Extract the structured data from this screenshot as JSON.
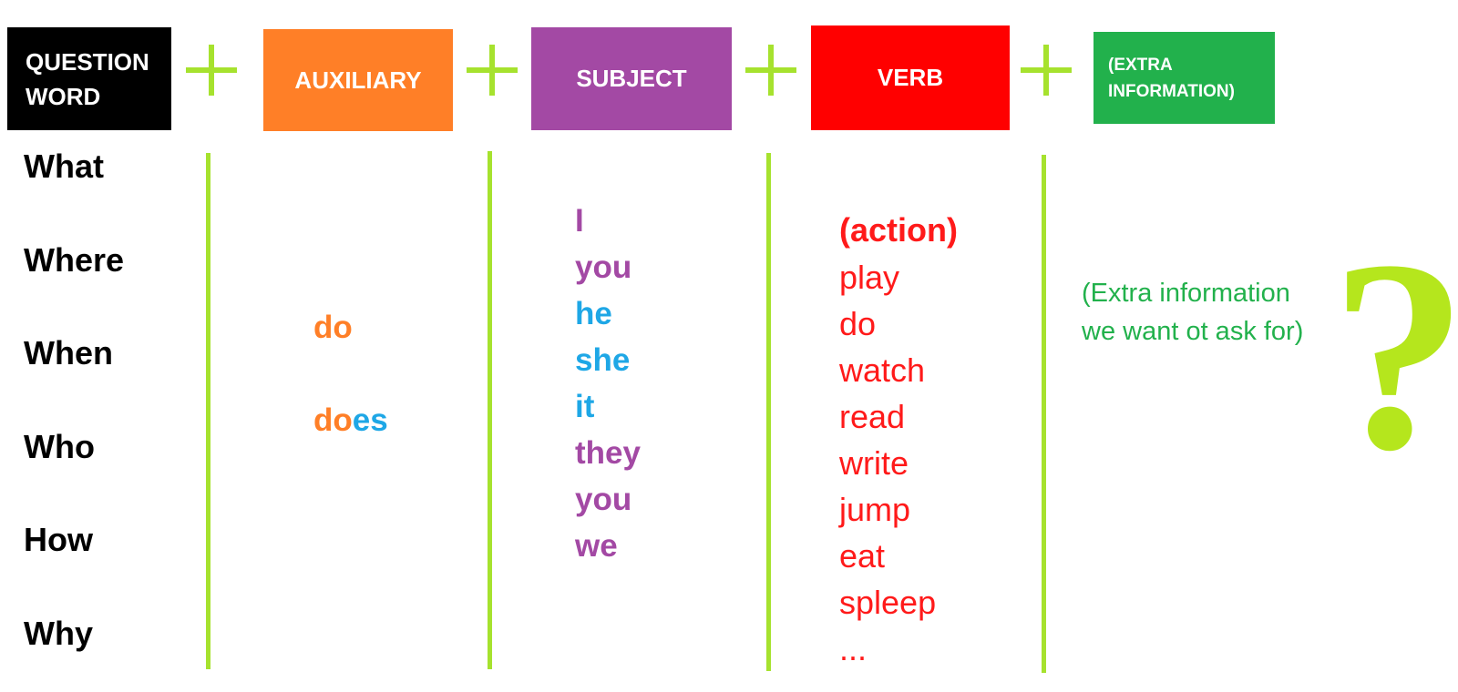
{
  "colors": {
    "question_box": "#000000",
    "auxiliary_box": "#ff7f27",
    "subject_box": "#a349a4",
    "verb_box": "#ff0000",
    "extra_box": "#22b14c",
    "plus_and_lines": "#a6e22e",
    "blue_highlight": "#1ea7e6",
    "question_mark": "#b5e61d"
  },
  "headers": {
    "question_word": [
      "QUESTION",
      "WORD"
    ],
    "auxiliary": "AUXILIARY",
    "subject": "SUBJECT",
    "verb": "VERB",
    "extra": [
      "(EXTRA",
      "INFORMATION)"
    ]
  },
  "question_words": [
    "What",
    "Where",
    "When",
    "Who",
    "How",
    "Why"
  ],
  "auxiliaries": [
    {
      "base": "do",
      "suffix": ""
    },
    {
      "base": "do",
      "suffix": "es"
    }
  ],
  "subjects": [
    {
      "text": "I",
      "color": "purple"
    },
    {
      "text": "you",
      "color": "purple"
    },
    {
      "text": "he",
      "color": "blue"
    },
    {
      "text": "she",
      "color": "blue"
    },
    {
      "text": "it",
      "color": "blue"
    },
    {
      "text": "they",
      "color": "purple"
    },
    {
      "text": "you",
      "color": "purple"
    },
    {
      "text": "we",
      "color": "purple"
    }
  ],
  "verbs": {
    "heading": "(action)",
    "items": [
      "play",
      "do",
      "watch",
      "read",
      "write",
      "jump",
      "eat",
      "spleep",
      "..."
    ]
  },
  "extra_information": [
    "(Extra information",
    "we want ot ask for)"
  ],
  "question_mark": "?"
}
